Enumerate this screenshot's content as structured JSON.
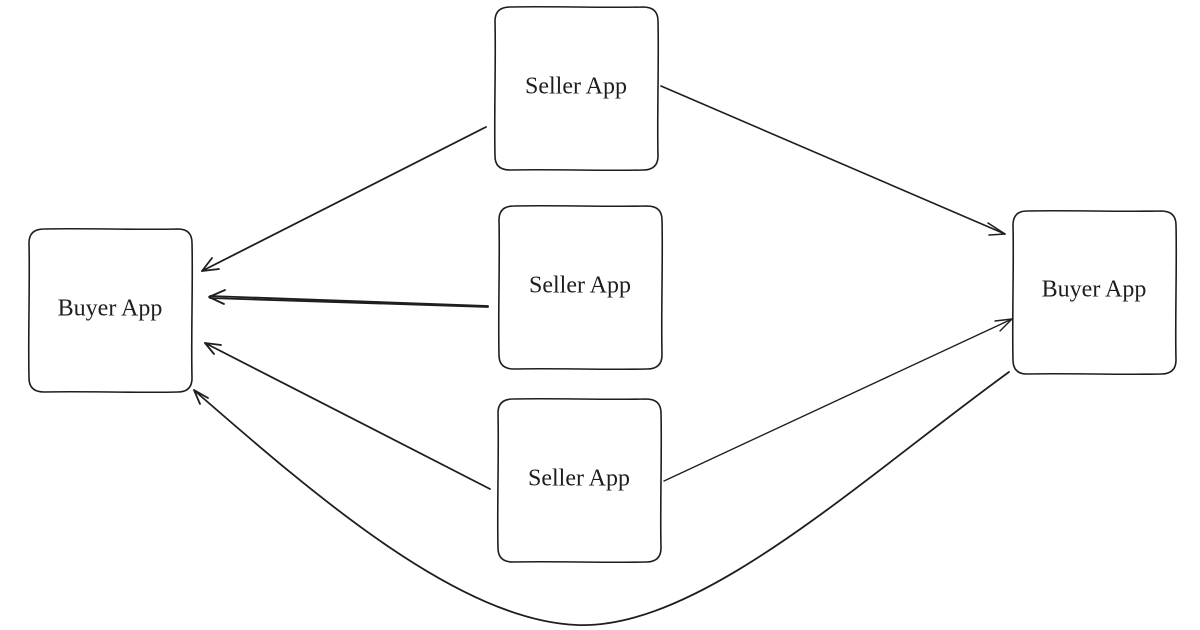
{
  "nodes": {
    "buyer_left": "Buyer App",
    "seller_top": "Seller App",
    "seller_middle": "Seller App",
    "seller_bottom": "Seller App",
    "buyer_right": "Buyer App"
  },
  "colors": {
    "stroke": "#1e1e1e",
    "background": "#ffffff"
  }
}
